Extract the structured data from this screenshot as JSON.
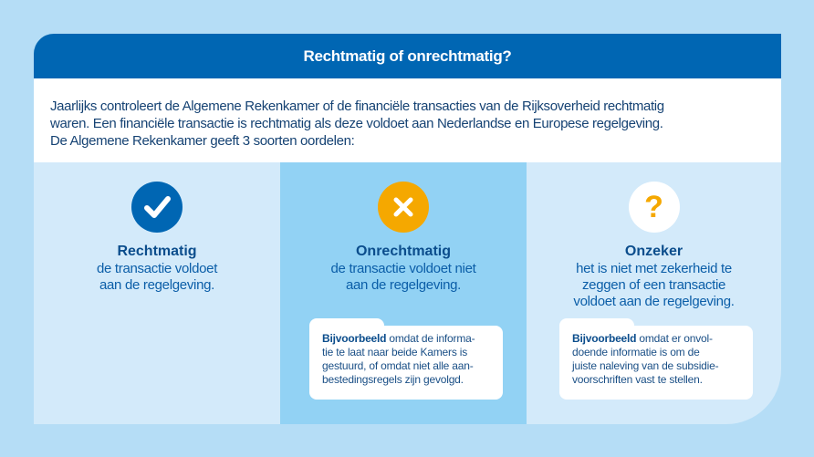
{
  "header": {
    "title": "Rechtmatig of onrechtmatig?"
  },
  "intro": {
    "lines": [
      "Jaarlijks controleert de Algemene Rekenkamer of de financiële transacties van de Rijksoverheid rechtmatig",
      "waren. Een financiële transactie is rechtmatig als deze voldoet aan Nederlandse en Europese regelgeving.",
      "De Algemene Rekenkamer geeft 3 soorten oordelen:"
    ]
  },
  "columns": [
    {
      "icon": "check-icon",
      "icon_color": "#0066b3",
      "title": "Rechtmatig",
      "desc": [
        "de transactie voldoet",
        "aan de regelgeving."
      ]
    },
    {
      "icon": "cross-icon",
      "icon_color": "#f5a800",
      "title": "Onrechtmatig",
      "desc": [
        "de transactie voldoet niet",
        "aan de regelgeving."
      ],
      "example_label": "Bijvoorbeeld",
      "example_lines": [
        " omdat de informa-",
        "tie te laat naar beide Kamers is",
        "gestuurd, of omdat niet alle aan-",
        "bestedingsregels zijn gevolgd."
      ]
    },
    {
      "icon": "question-icon",
      "icon_color": "#ffffff",
      "title": "Onzeker",
      "desc": [
        "het is niet met zekerheid te",
        "zeggen of een transactie",
        "voldoet aan de regelgeving."
      ],
      "example_label": "Bijvoorbeeld",
      "example_lines": [
        " omdat er onvol-",
        "doende informatie is om de",
        "juiste naleving van de subsidie-",
        "voorschriften vast te stellen."
      ]
    }
  ]
}
